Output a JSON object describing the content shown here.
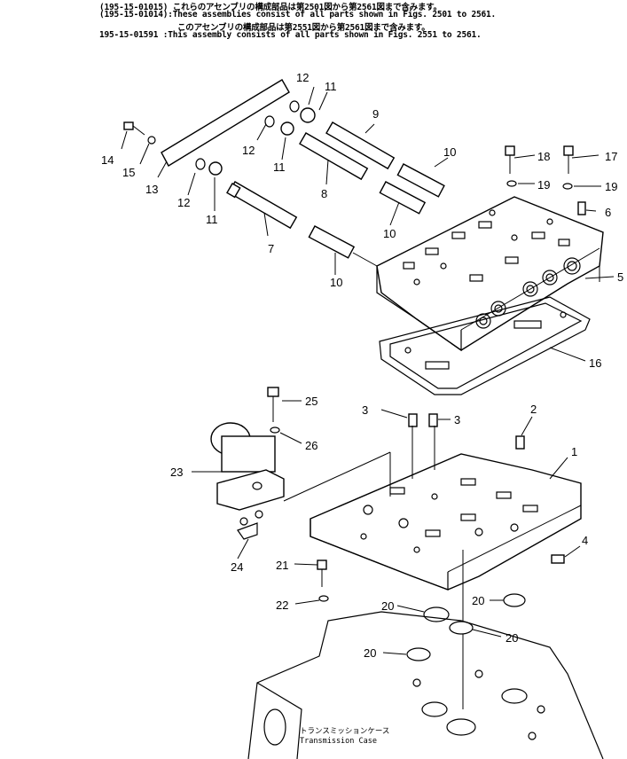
{
  "header": {
    "lines": [
      "(195-15-01015) これらのアセンブリの構成部品は第2501図から第2561図まで含みます。",
      "(195-15-01014):These assemblies consist of all parts shown in Figs. 2501 to 2561.",
      "このアセンブリの構成部品は第2551図から第2561図まで含みます。",
      "195-15-01591 :This assembly consists of all parts shown in Figs. 2551 to 2561."
    ]
  },
  "callouts": {
    "c1": "1",
    "c2": "2",
    "c3a": "3",
    "c3b": "3",
    "c4": "4",
    "c5": "5",
    "c6": "6",
    "c7": "7",
    "c8": "8",
    "c9": "9",
    "c10a": "10",
    "c10b": "10",
    "c10c": "10",
    "c11a": "11",
    "c11b": "11",
    "c11c": "11",
    "c12a": "12",
    "c12b": "12",
    "c12c": "12",
    "c13": "13",
    "c14": "14",
    "c15": "15",
    "c16": "16",
    "c17": "17",
    "c18": "18",
    "c19a": "19",
    "c19b": "19",
    "c20a": "20",
    "c20b": "20",
    "c20c": "20",
    "c20d": "20",
    "c21": "21",
    "c22": "22",
    "c23": "23",
    "c24": "24",
    "c25": "25",
    "c26": "26"
  },
  "case_label": {
    "jp": "トランスミッションケース",
    "en": "Transmission Case"
  }
}
